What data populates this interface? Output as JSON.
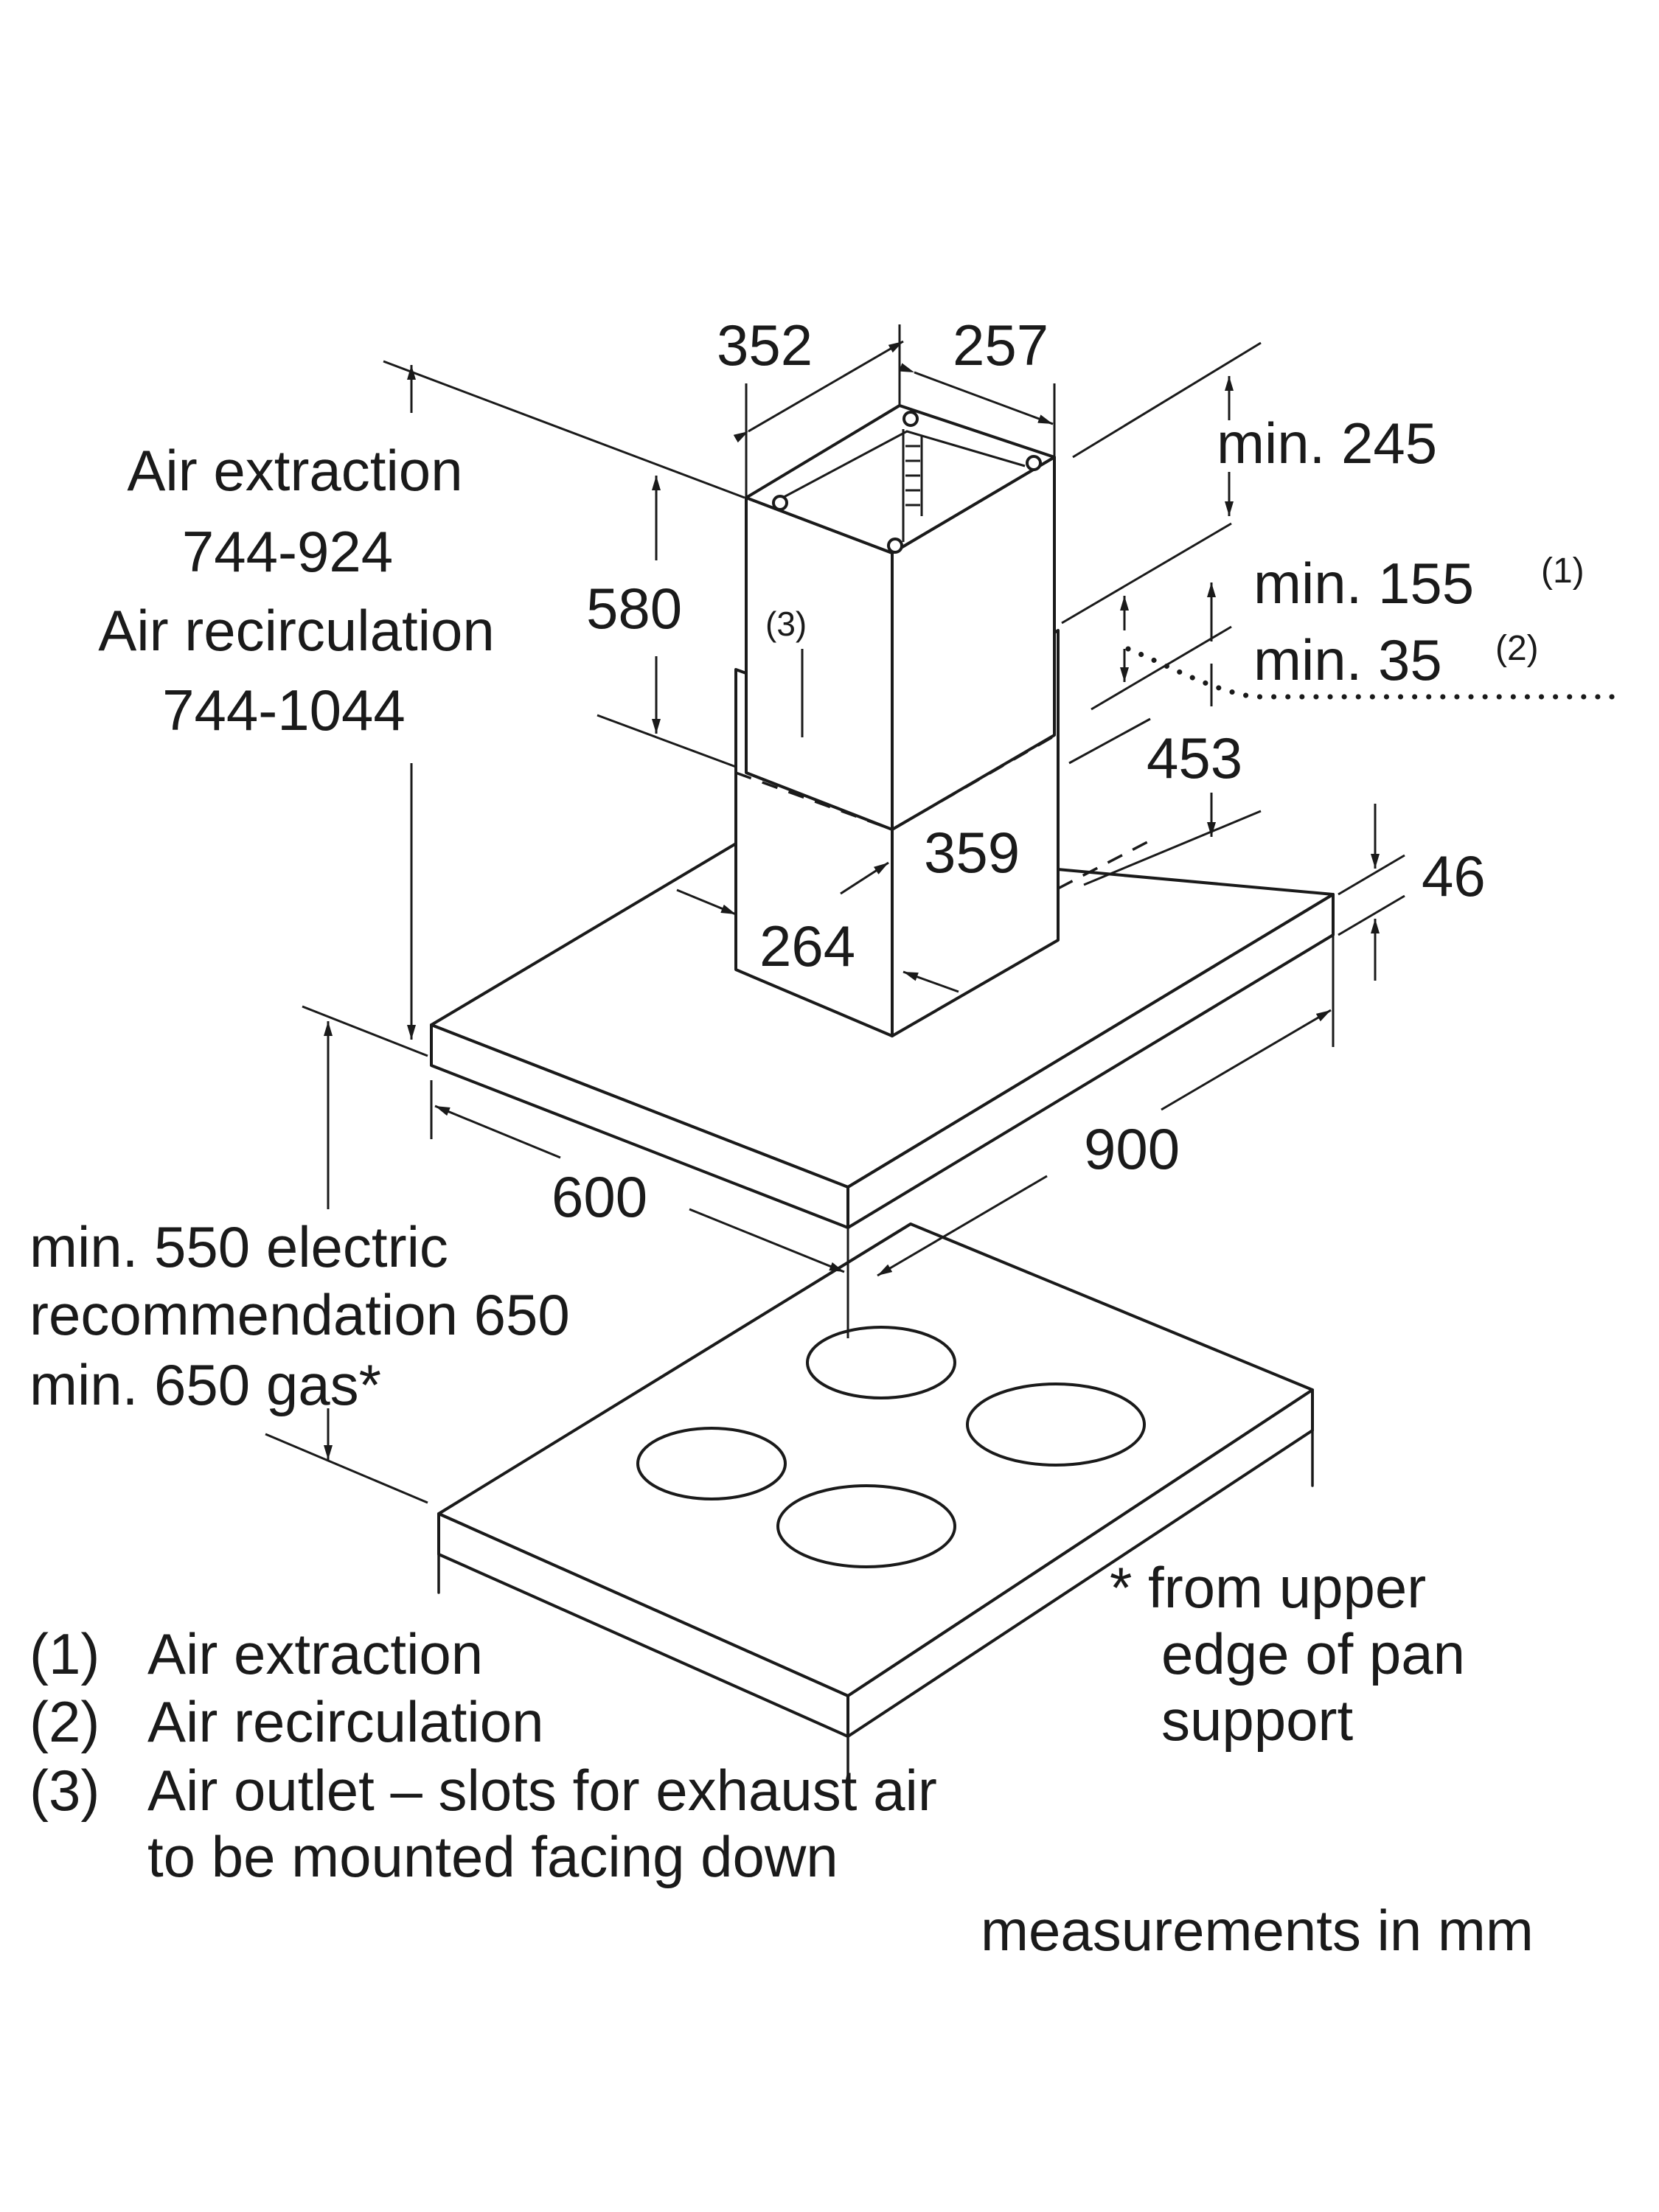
{
  "dimensions": {
    "chimney_width": "352",
    "chimney_depth": "257",
    "min_245": "min. 245",
    "min_155": "min. 155",
    "min_35": "min. 35",
    "sup_1": "(1)",
    "sup_2": "(2)",
    "d580": "580",
    "d453": "453",
    "d359": "359",
    "d264": "264",
    "d46": "46",
    "d900": "900",
    "d600": "600",
    "callout_3": "(3)"
  },
  "height_labels": {
    "air_extraction": "Air extraction",
    "air_extraction_range": "744-924",
    "air_recirculation": "Air recirculation",
    "air_recirculation_range": "744-1044"
  },
  "clearance": {
    "line1": "min. 550 electric",
    "line2": "recommendation 650",
    "line3": "min. 650 gas*"
  },
  "footnote": {
    "line1": "* from upper",
    "line2": "edge of pan",
    "line3": "support"
  },
  "legend": [
    {
      "num": "(1)",
      "text": "Air extraction"
    },
    {
      "num": "(2)",
      "text": "Air recirculation"
    },
    {
      "num": "(3)",
      "text": "Air outlet – slots for exhaust air"
    },
    {
      "num": "",
      "text": "to be mounted facing down"
    }
  ],
  "units_note": "measurements in mm"
}
